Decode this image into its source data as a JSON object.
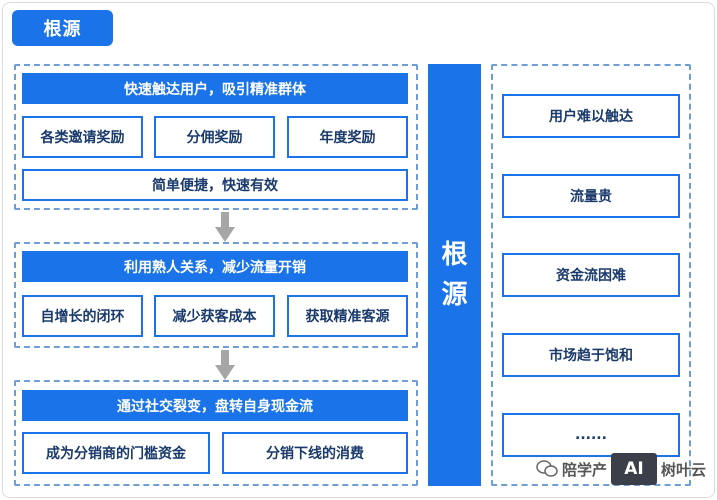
{
  "title": "根源",
  "sections": [
    {
      "header": "快速触达用户，吸引精准群体",
      "boxes": [
        "各类邀请奖励",
        "分佣奖励",
        "年度奖励"
      ],
      "wide_box": "简单便捷，快速有效"
    },
    {
      "header": "利用熟人关系，减少流量开销",
      "boxes": [
        "自增长的闭环",
        "减少获客成本",
        "获取精准客源"
      ]
    },
    {
      "header": "通过社交裂变，盘转自身现金流",
      "boxes": [
        "成为分销商的门槛资金",
        "分销下线的消费"
      ]
    }
  ],
  "pillar": [
    "根",
    "源"
  ],
  "problems": [
    "用户难以触达",
    "流量贵",
    "资金流困难",
    "市场趋于饱和",
    "......"
  ],
  "watermark": {
    "prefix": "陪学产",
    "logo": "AI",
    "suffix": "树叶云"
  },
  "colors": {
    "primary": "#1a73e8",
    "dashed": "#6f9ed6",
    "arrow": "#a6a6a6"
  }
}
